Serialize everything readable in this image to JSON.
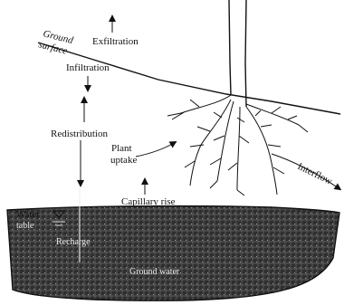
{
  "labels": {
    "ground_surface_1": "Ground",
    "ground_surface_2": "surface",
    "exfiltration": "Exfiltration",
    "infiltration": "Infiltration",
    "redistribution": "Redistribution",
    "plant_uptake_1": "Plant",
    "plant_uptake_2": "uptake",
    "interflow": "Interflow",
    "capillary_rise": "Capillary rise",
    "water_table_1": "Water",
    "water_table_2": "table",
    "recharge": "Recharge",
    "groundwater": "Ground water"
  },
  "colors": {
    "ink": "#111111",
    "aquifer_fill": "#3a3a3a",
    "background": "#ffffff"
  }
}
